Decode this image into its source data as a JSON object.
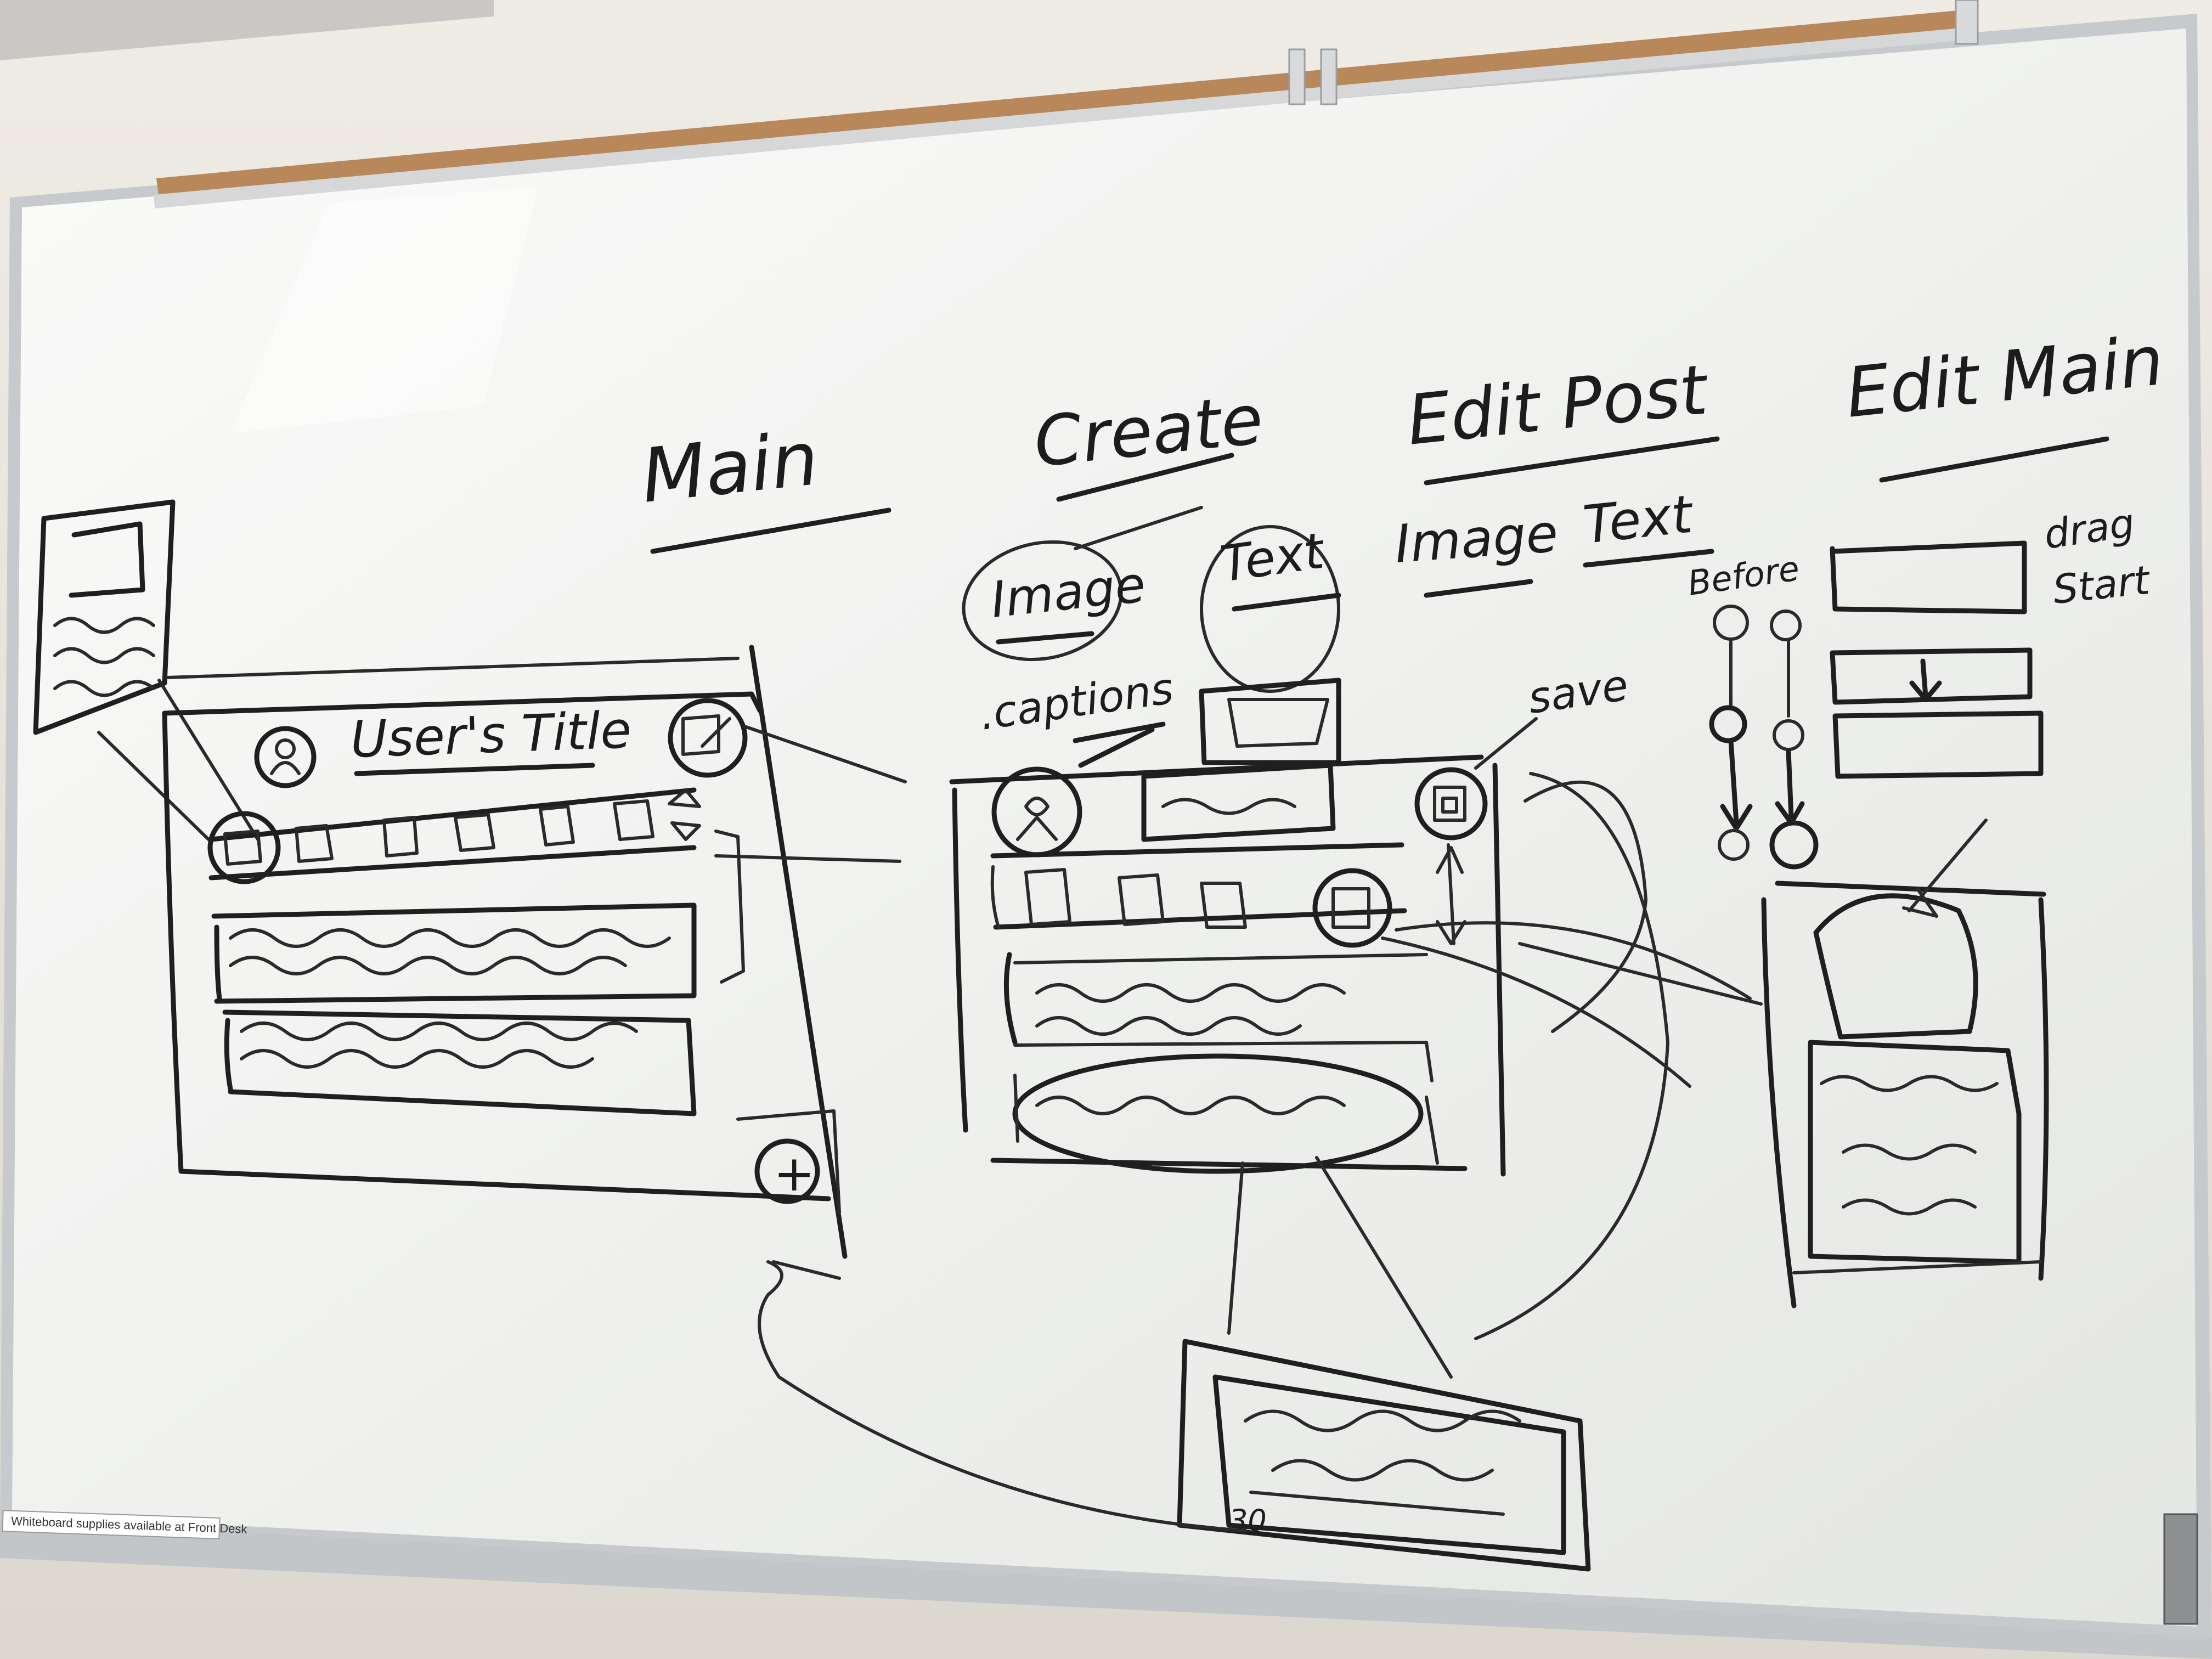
{
  "board": {
    "headings": {
      "main": "Main",
      "create": "Create",
      "edit_post": "Edit Post",
      "edit_main": "Edit Main"
    },
    "create_options": {
      "image": "Image",
      "text": "Text",
      "captions": ".captions"
    },
    "edit_post_options": {
      "image": "Image",
      "text": "Text"
    },
    "main_sketch": {
      "title": "User's Title",
      "add_symbol": "+"
    },
    "create_sketch": {
      "save": "save"
    },
    "edit_main_sketch": {
      "before": "Before",
      "drag": "drag",
      "start": "Start"
    },
    "bottom_sketch": {
      "counter": "30"
    },
    "sticker": "Whiteboard supplies available at Front Desk"
  },
  "colors": {
    "wall": "#e9e6df",
    "board": "#f3f4f2",
    "ink": "#1f1f1f",
    "cork": "#b8875a",
    "frame": "#c9cccf"
  }
}
